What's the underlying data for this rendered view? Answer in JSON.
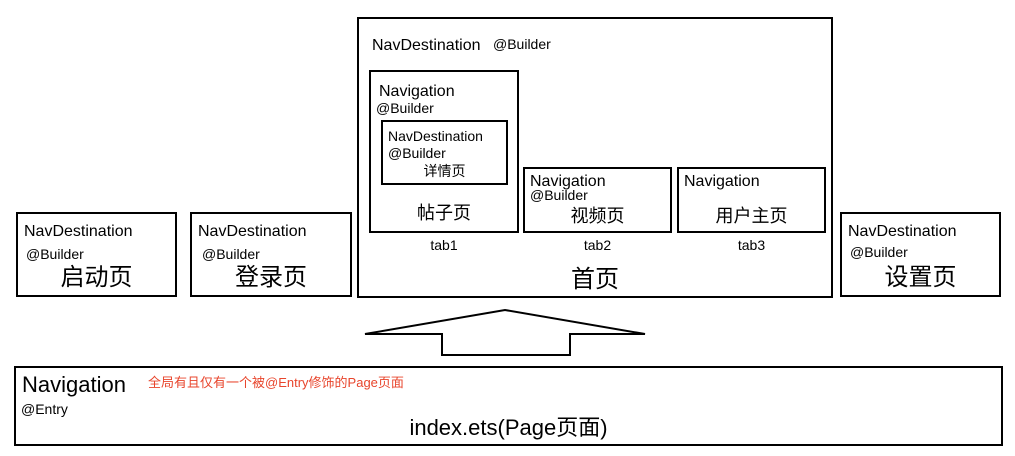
{
  "pages": {
    "startup": {
      "component": "NavDestination",
      "decorator": "@Builder",
      "title": "启动页"
    },
    "login": {
      "component": "NavDestination",
      "decorator": "@Builder",
      "title": "登录页"
    },
    "home": {
      "component": "NavDestination",
      "decorator": "@Builder",
      "title": "首页",
      "tabs": [
        {
          "component": "Navigation",
          "decorator": "@Builder",
          "title": "帖子页",
          "label": "tab1",
          "inner": {
            "component": "NavDestination",
            "decorator": "@Builder",
            "title": "详情页"
          }
        },
        {
          "component": "Navigation",
          "decorator": "@Builder",
          "title": "视频页",
          "label": "tab2"
        },
        {
          "component": "Navigation",
          "title": "用户主页",
          "label": "tab3"
        }
      ]
    },
    "settings": {
      "component": "NavDestination",
      "decorator": "@Builder",
      "title": "设置页"
    }
  },
  "root": {
    "component": "Navigation",
    "note": "全局有且仅有一个被@Entry修饰的Page页面",
    "decorator": "@Entry",
    "title": "index.ets(Page页面)"
  },
  "colors": {
    "note": "#e8452c",
    "stroke": "#000000",
    "background": "#ffffff"
  }
}
